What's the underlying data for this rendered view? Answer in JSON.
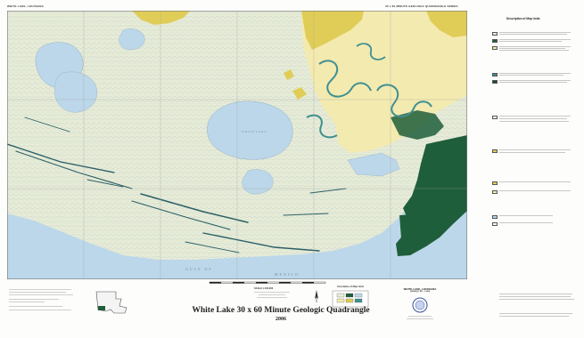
{
  "header": {
    "left_title": "WHITE LAKE, LOUISIANA",
    "right_title": "30 x 60 MINUTE GEOLOGIC QUADRANGLE SERIES"
  },
  "map": {
    "labels": {
      "white_lake": "WHITE LAKE",
      "gulf_left": "GULF OF",
      "gulf_right": "MEXICO"
    },
    "colors": {
      "water": "#bcd7ea",
      "marsh": "#e9edd6",
      "upland": "#f3eab0",
      "deposit": "#e0cd58",
      "channel": "#3f8f91",
      "swamp": "#1f5e3b"
    }
  },
  "legend": {
    "title": "Description of Map Units"
  },
  "bottom": {
    "scale_title": "SCALE 1:100,000",
    "correlation_title": "Correlation of Map Units",
    "quad_title": "WHITE LAKE, LOUISIANA",
    "quad_sub": "(30X60) (1 SE - 1:100)",
    "main_title": "White Lake 30 x 60 Minute Geologic Quadrangle",
    "year": "2006"
  }
}
